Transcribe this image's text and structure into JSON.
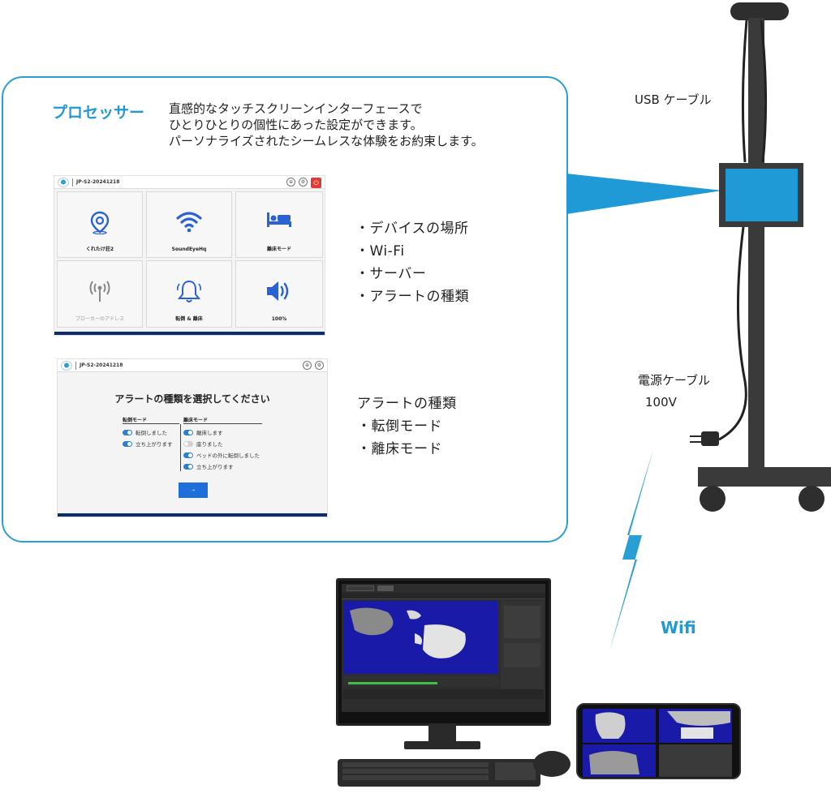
{
  "processor": {
    "title": "プロセッサー",
    "description": "直感的なタッチスクリーンインターフェースで\nひとりひとりの個性にあった設定ができます。\nパーソナライズされたシームレスな体験をお約束します。"
  },
  "screen1": {
    "device_id": "JP-S2-20241218",
    "tiles": [
      {
        "label": "くれたけ荘2",
        "icon": "map-pin-icon"
      },
      {
        "label": "SoundEyeHq",
        "icon": "wifi-icon"
      },
      {
        "label": "離床モード",
        "icon": "bed-icon"
      },
      {
        "label": "ブローカーのアドレス",
        "icon": "broadcast-icon"
      },
      {
        "label": "転倒 & 離床",
        "icon": "bell-icon"
      },
      {
        "label": "100%",
        "icon": "speaker-icon"
      }
    ]
  },
  "features_list": [
    "・デバイスの場所",
    "・Wi-Fi",
    "・サーバー",
    "・アラートの種類"
  ],
  "screen2": {
    "device_id": "JP-S2-20241218",
    "title": "アラートの種類を選択してください",
    "fall_header": "転倒モード",
    "fall_options": [
      {
        "label": "転倒しました",
        "on": true
      },
      {
        "label": "立ち上がります",
        "on": true
      }
    ],
    "bed_header": "離床モード",
    "bed_options": [
      {
        "label": "離床します",
        "on": true
      },
      {
        "label": "座りました",
        "on": false
      },
      {
        "label": "ベッドの外に転倒しました",
        "on": true
      },
      {
        "label": "立ち上がります",
        "on": true
      }
    ],
    "ok_label": "→"
  },
  "alert_list": [
    "アラートの種類",
    "・転倒モード",
    "・離床モード"
  ],
  "labels": {
    "usb": "USB ケーブル",
    "power": "電源ケーブル",
    "voltage": "100V",
    "wifi": "Wifi"
  },
  "colors": {
    "accent": "#1f9ad6",
    "stand": "#3a3a3a",
    "monitor_blue": "#1a1aa8",
    "icon_blue": "#2a62d6"
  }
}
